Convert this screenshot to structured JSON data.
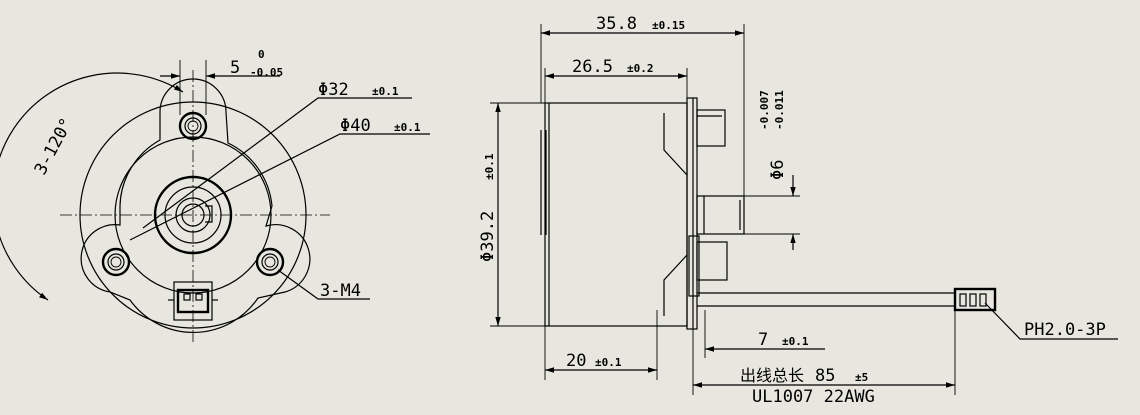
{
  "front_view": {
    "angle_label": "3-120°",
    "width_value": "5",
    "width_tol_upper": "0",
    "width_tol_lower": "-0.05",
    "dia_inner_value": "Φ32",
    "dia_inner_tol": "±0.1",
    "dia_outer_value": "Φ40",
    "dia_outer_tol": "±0.1",
    "screw_label": "3-M4"
  },
  "side_view": {
    "total_length_value": "35.8",
    "total_length_tol": "±0.15",
    "body_length_value": "26.5",
    "body_length_tol": "±0.2",
    "shaft_dia_value": "Φ6",
    "shaft_tol_upper": "-0.007",
    "shaft_tol_lower": "-0.011",
    "body_dia_value": "Φ39.2",
    "body_dia_tol": "±0.1",
    "base_length_value": "20",
    "base_length_tol": "±0.1",
    "wire_offset_value": "7",
    "wire_offset_tol": "±0.1",
    "wire_total_label": "出线总长",
    "wire_total_value": "85",
    "wire_total_tol": "±5",
    "wire_spec": "UL1007 22AWG",
    "connector_label": "PH2.0-3P"
  }
}
